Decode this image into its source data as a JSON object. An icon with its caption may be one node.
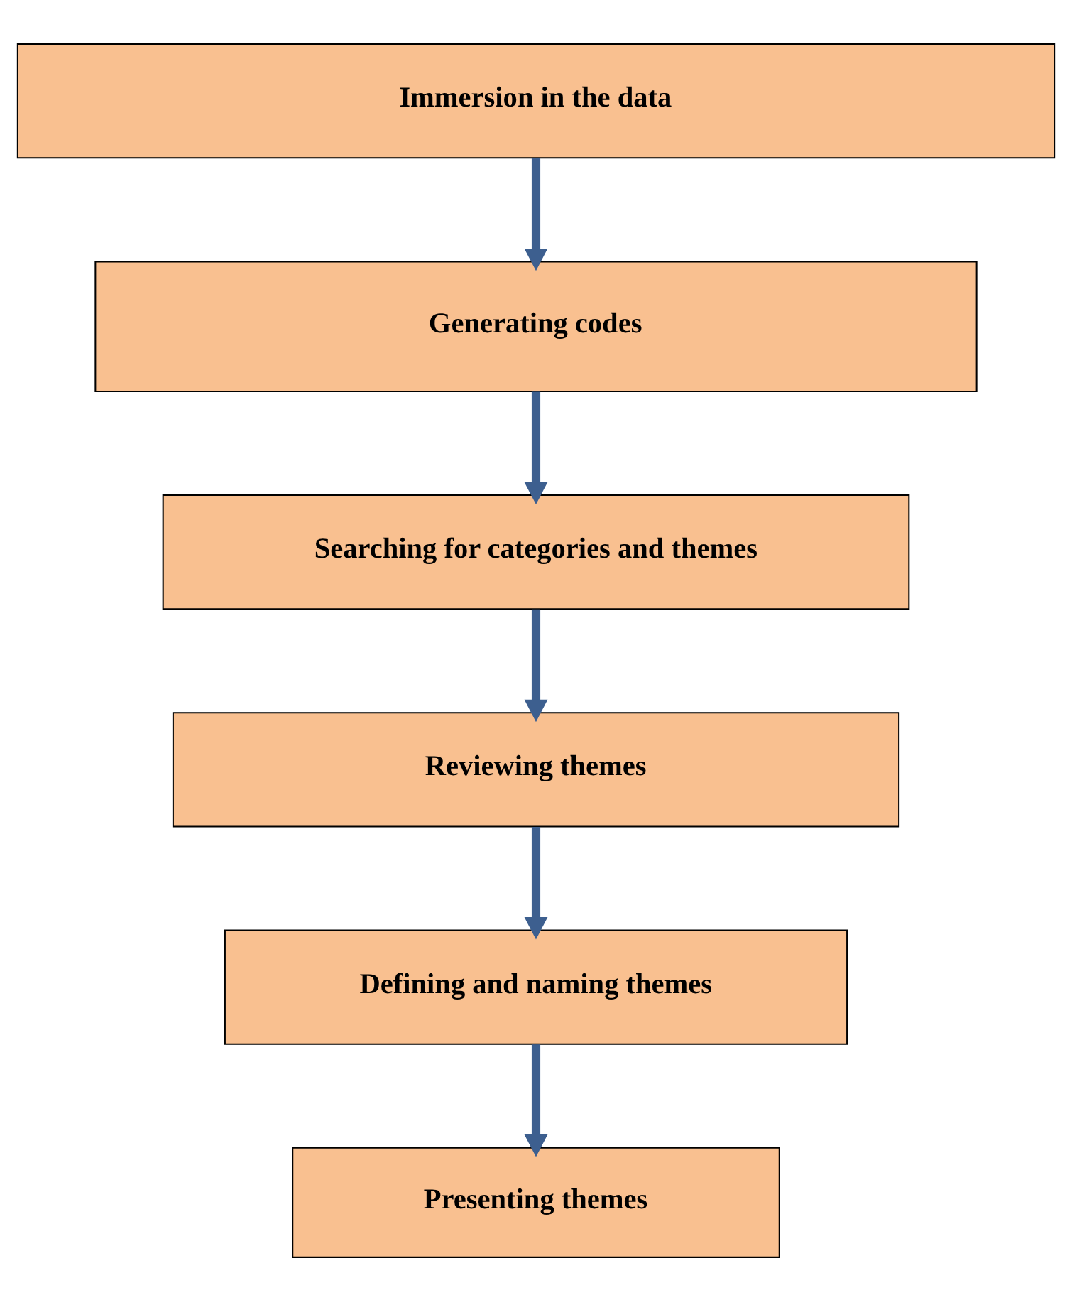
{
  "diagram": {
    "nodes": [
      {
        "text": [
          "Immersion in the data"
        ]
      },
      {
        "text": [
          "Generating codes"
        ]
      },
      {
        "text": [
          "Searching for categories and themes"
        ]
      },
      {
        "text": [
          "Reviewing themes"
        ]
      },
      {
        "text": [
          "Defining and naming themes"
        ]
      },
      {
        "text": [
          "Presenting themes"
        ]
      }
    ],
    "edges": [
      {
        "from": 0,
        "to": 1,
        "arrow": "to"
      },
      {
        "from": 1,
        "to": 2,
        "arrow": "to"
      },
      {
        "from": 2,
        "to": 3,
        "arrow": "to"
      },
      {
        "from": 3,
        "to": 4,
        "arrow": "to"
      },
      {
        "from": 4,
        "to": 5,
        "arrow": "to"
      }
    ]
  }
}
